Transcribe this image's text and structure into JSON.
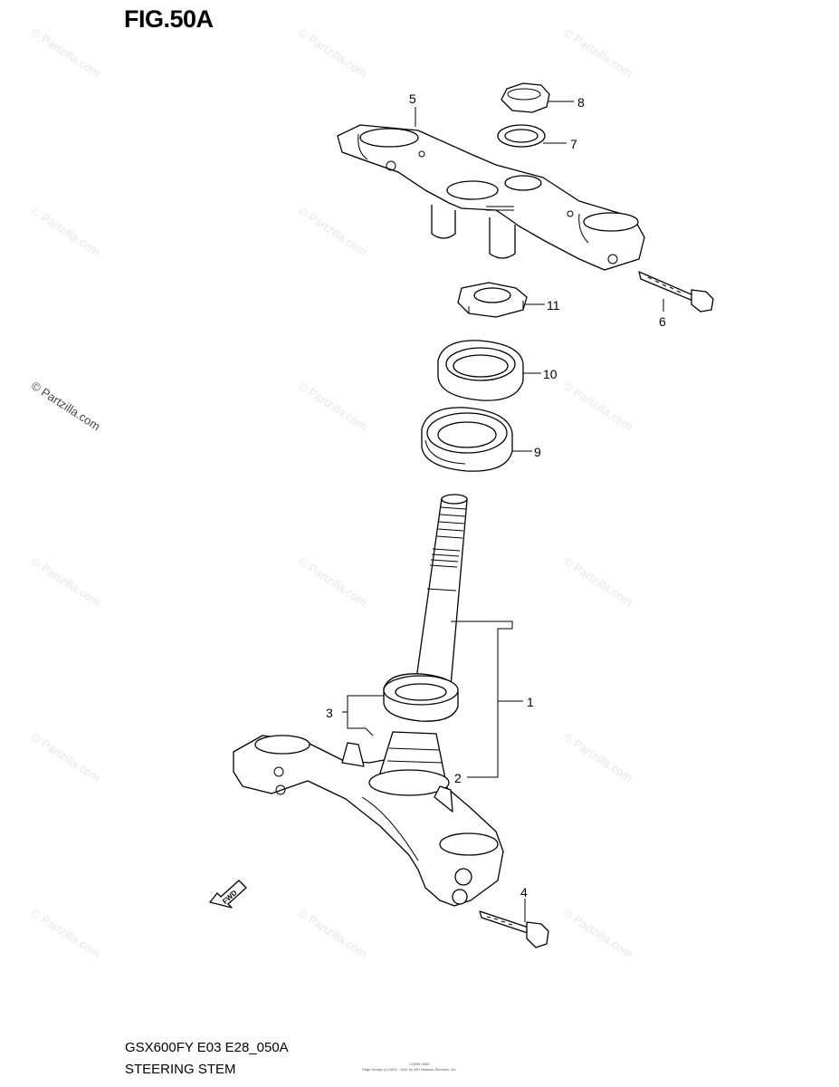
{
  "figure": {
    "title": "FIG.50A",
    "model_code": "GSX600FY E03 E28_050A",
    "section_name": "STEERING STEM",
    "fine_print_1": "J-0000-0000",
    "fine_print_2": "Page Design (c) 2001 - 2011 by ARI Network Services, Inc."
  },
  "watermark": {
    "text": "© Partzilla.com"
  },
  "callouts": {
    "c1": "1",
    "c2": "2",
    "c3": "3",
    "c4": "4",
    "c5": "5",
    "c6": "6",
    "c7": "7",
    "c8": "8",
    "c9": "9",
    "c10": "10",
    "c11": "11"
  },
  "fwd_label": "FWD"
}
